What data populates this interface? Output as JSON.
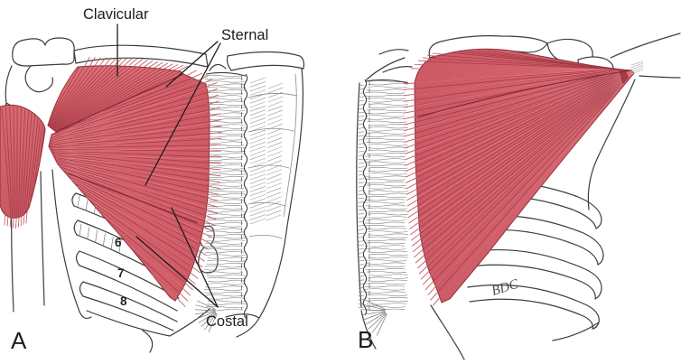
{
  "figure_a": {
    "letter": "A",
    "labels": {
      "clavicular": "Clavicular",
      "sternal": "Sternal",
      "costal": "Costal"
    },
    "rib_numbers": [
      "6",
      "7",
      "8"
    ]
  },
  "figure_b": {
    "letter": "B",
    "signature": "BDC"
  },
  "colors": {
    "background": "#ffffff",
    "muscle_base": "#d4626d",
    "muscle_light": "#e2868d",
    "muscle_striation": "#a63b47",
    "muscle_dark_line": "#7e2833",
    "muscle_outline": "#8e2f3a",
    "muscle_fringe": "#c25a63",
    "bone_outline": "#3d3d3d",
    "hatch": "#7a7a7a",
    "fine_hatch": "#9a9a9a",
    "label_text": "#1c1c1c"
  }
}
